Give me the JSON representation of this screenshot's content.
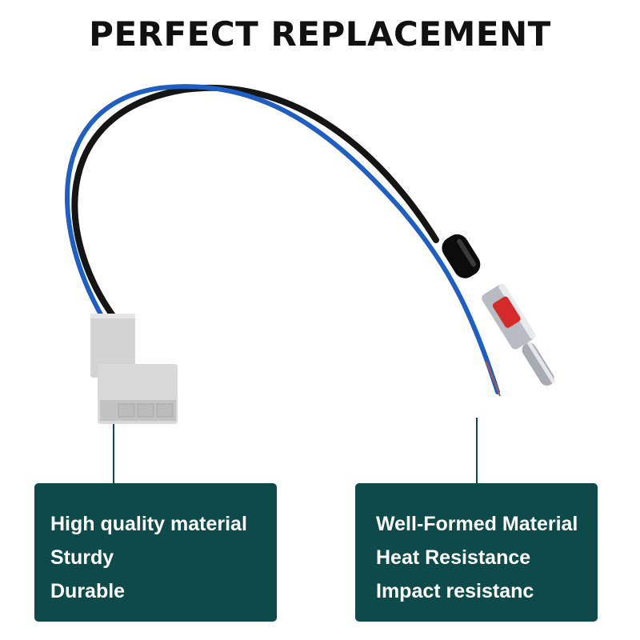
{
  "header": {
    "title": "PERFECT REPLACEMENT"
  },
  "colors": {
    "panel": "#0f4a4b",
    "blue_wire": "#1f5fc4",
    "black_wire": "#151515",
    "plug_red": "#d42a2a",
    "connector_gray": "#d6d6d6"
  },
  "cards": {
    "left": {
      "lines": [
        "High quality material",
        "Sturdy",
        "Durable"
      ]
    },
    "right": {
      "lines": [
        "Well-Formed Material",
        "Heat Resistance",
        "Impact resistanc"
      ]
    }
  }
}
